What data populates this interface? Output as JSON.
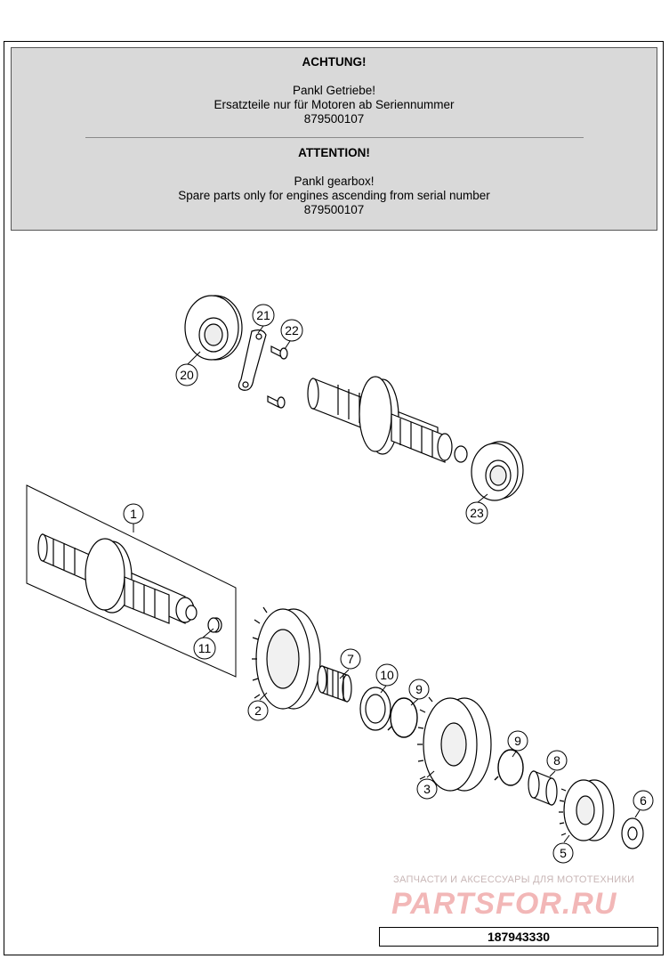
{
  "notice": {
    "de_title": "ACHTUNG!",
    "de_line1": "Pankl Getriebe!",
    "de_line2": "Ersatzteile nur für Motoren ab Seriennummer",
    "de_serial": "879500107",
    "en_title": "ATTENTION!",
    "en_line1": "Pankl gearbox!",
    "en_line2": "Spare parts only for engines ascending from serial number",
    "en_serial": "879500107"
  },
  "callouts": {
    "c1": "1",
    "c2": "2",
    "c3": "3",
    "c5": "5",
    "c6": "6",
    "c7": "7",
    "c8": "8",
    "c9a": "9",
    "c9b": "9",
    "c10": "10",
    "c11": "11",
    "c20": "20",
    "c21": "21",
    "c22": "22",
    "c23": "23"
  },
  "watermark": {
    "tagline": "ЗАПЧАСТИ И АКСЕССУАРЫ ДЛЯ МОТОТЕХНИКИ",
    "brand": "PARTSFOR.RU"
  },
  "document_number": "187943330"
}
